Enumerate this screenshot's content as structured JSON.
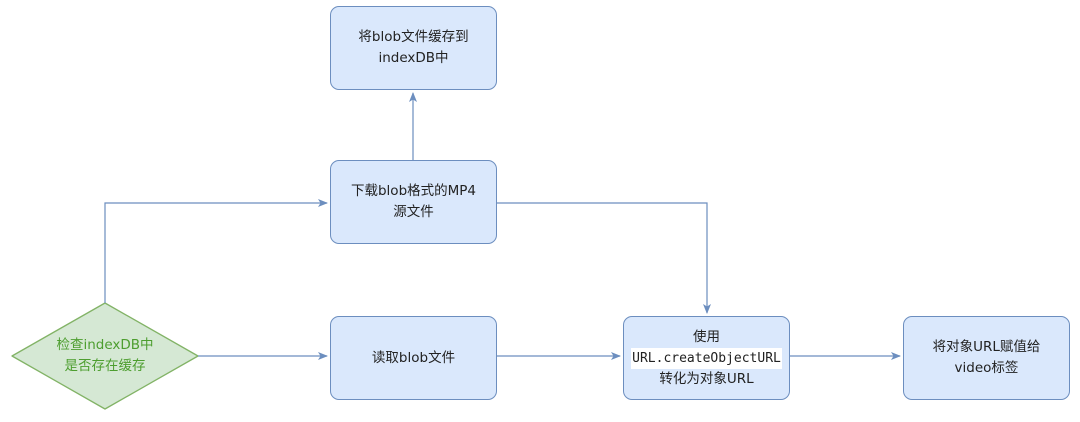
{
  "diagram": {
    "nodes": {
      "check_cache": {
        "label": "检查indexDB中\n是否存在缓存",
        "shape": "diamond",
        "fill": "#d5e8d4",
        "stroke": "#82b366",
        "text_color": "#4d9e2f"
      },
      "download_blob": {
        "label": "下载blob格式的MP4\n源文件",
        "shape": "rounded-rect"
      },
      "cache_blob": {
        "label": "将blob文件缓存到\nindexDB中",
        "shape": "rounded-rect"
      },
      "read_blob": {
        "label": "读取blob文件",
        "shape": "rounded-rect"
      },
      "convert_url": {
        "line1": "使用",
        "line2": "URL.createObjectURL",
        "line3": "转化为对象URL",
        "shape": "rounded-rect"
      },
      "assign_video": {
        "label": "将对象URL赋值给\nvideo标签",
        "shape": "rounded-rect"
      }
    },
    "edges": [
      {
        "from": "check_cache",
        "to": "download_blob"
      },
      {
        "from": "download_blob",
        "to": "cache_blob"
      },
      {
        "from": "download_blob",
        "to": "convert_url"
      },
      {
        "from": "check_cache",
        "to": "read_blob"
      },
      {
        "from": "read_blob",
        "to": "convert_url"
      },
      {
        "from": "convert_url",
        "to": "assign_video"
      }
    ],
    "colors": {
      "node_fill": "#dae8fc",
      "node_stroke": "#6c8ebf",
      "edge": "#6c8ebf"
    }
  }
}
